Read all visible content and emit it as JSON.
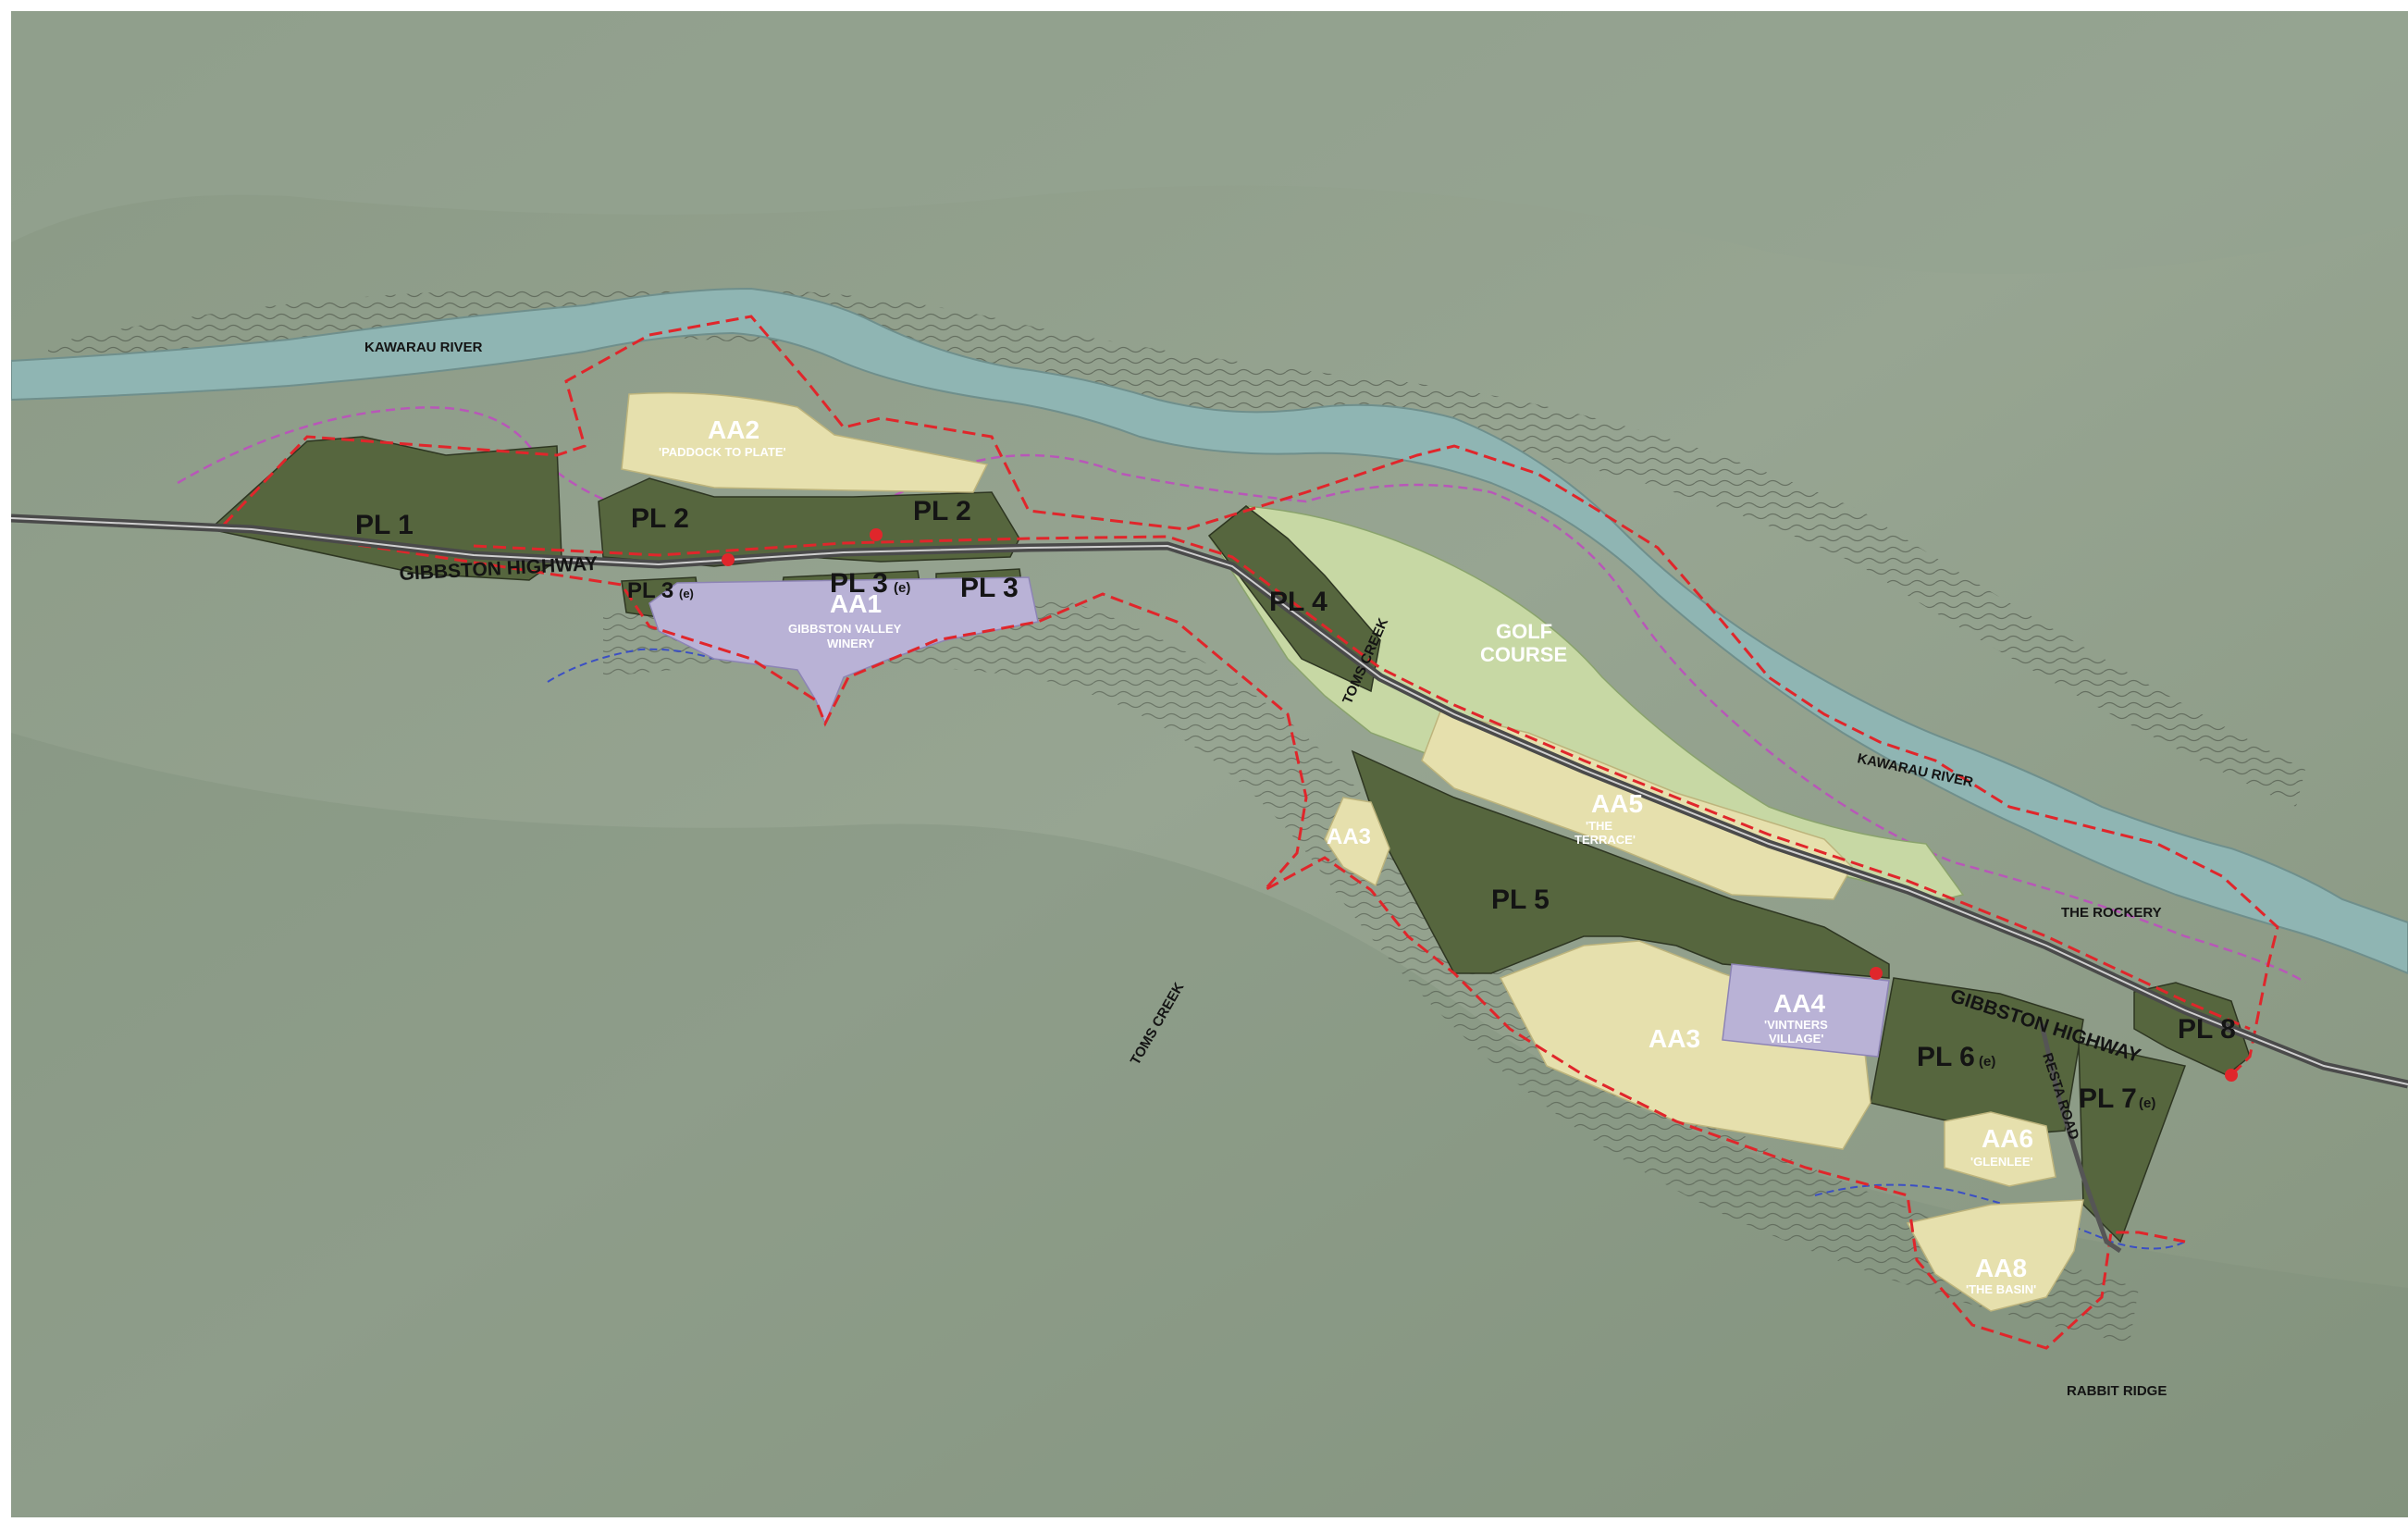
{
  "map": {
    "colors": {
      "terrain": "#8b9a86",
      "river": "#8fb5b3",
      "production_land": "#56663e",
      "amenity_yellow": "#e6e0ad",
      "amenity_purple": "#b9b2d6",
      "golf": "#c7d8a4",
      "boundary": "#e0262b",
      "road": "#555555",
      "stream": "#3b4fc4",
      "track": "#b857b8"
    },
    "labels": {
      "kawarau_river_west": "KAWARAU RIVER",
      "kawarau_river_east": "KAWARAU RIVER",
      "gibbston_highway_west": "GIBBSTON HIGHWAY",
      "gibbston_highway_east": "GIBBSTON HIGHWAY",
      "toms_creek_north": "TOMS CREEK",
      "toms_creek_south": "TOMS CREEK",
      "resta_road": "RESTA ROAD",
      "the_rockery": "THE ROCKERY",
      "rabbit_ridge": "RABBIT RIDGE"
    },
    "areas": {
      "pl1": "PL 1",
      "pl2_west": "PL 2",
      "pl2_east": "PL 2",
      "pl3_e_west": "PL 3",
      "pl3_e_west_suffix": "(e)",
      "pl3_e_mid": "PL 3",
      "pl3_e_mid_suffix": "(e)",
      "pl3_east": "PL 3",
      "pl4": "PL 4",
      "pl5": "PL 5",
      "pl6": "PL 6",
      "pl6_suffix": "(e)",
      "pl7": "PL 7",
      "pl7_suffix": "(e)",
      "pl8": "PL 8",
      "aa1": "AA1",
      "aa1_sub1": "GIBBSTON VALLEY",
      "aa1_sub2": "WINERY",
      "aa2": "AA2",
      "aa2_sub": "'PADDOCK TO PLATE'",
      "aa3_small": "AA3",
      "aa3_large": "AA3",
      "aa4": "AA4",
      "aa4_sub1": "'VINTNERS",
      "aa4_sub2": "VILLAGE'",
      "aa5": "AA5",
      "aa5_sub1": "'THE",
      "aa5_sub2": "TERRACE'",
      "aa6": "AA6",
      "aa6_sub": "'GLENLEE'",
      "aa8": "AA8",
      "aa8_sub": "'THE BASIN'",
      "golf1": "GOLF",
      "golf2": "COURSE"
    }
  }
}
